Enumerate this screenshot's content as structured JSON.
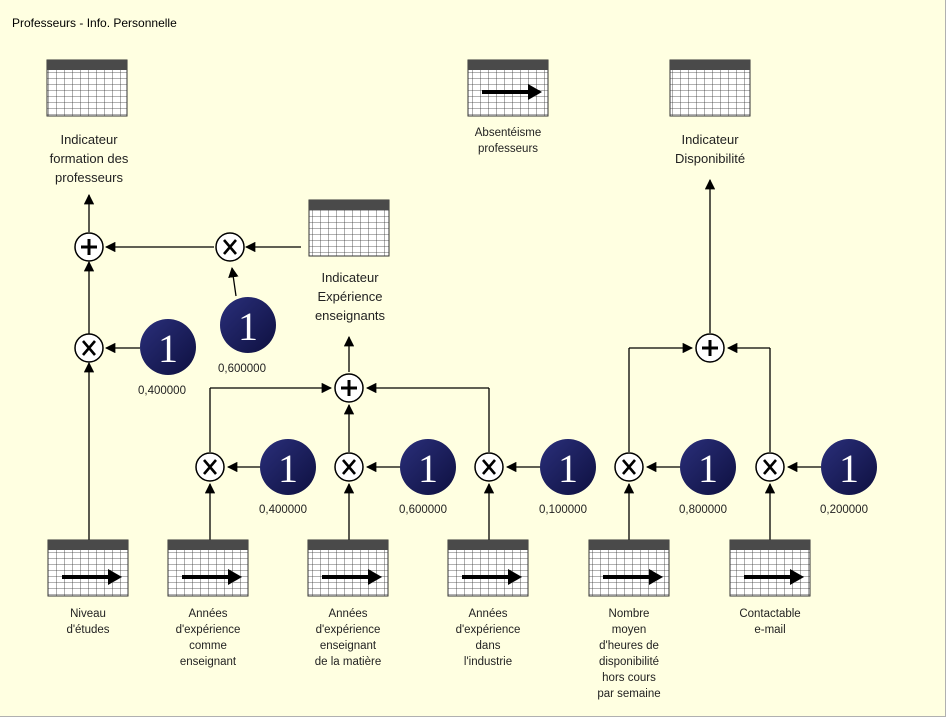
{
  "title": "Professeurs - Info. Personnelle",
  "outputs": {
    "formation": "Indicateur\nformation des\nprofesseurs",
    "absenteisme": "Absentéisme\nprofesseurs",
    "disponibilite": "Indicateur\nDisponibilité",
    "experience": "Indicateur\nExpérience\nenseignants"
  },
  "inputs": {
    "niveau": "Niveau\nd'études",
    "annees_enseignant": "Années\nd'expérience\ncomme\nenseignant",
    "annees_matiere": "Années\nd'expérience\nenseignant\nde la matière",
    "annees_industrie": "Années\nd'expérience\ndans\nl'industrie",
    "heures": "Nombre\nmoyen\nd'heures de\ndisponibilité\nhors cours\npar semaine",
    "contactable": "Contactable\ne-mail"
  },
  "constant_glyph": "1",
  "weights": {
    "w_formation_left": "0,400000",
    "w_formation_exp": "0,600000",
    "w_enseignant": "0,400000",
    "w_matiere": "0,600000",
    "w_industrie": "0,100000",
    "w_heures": "0,800000",
    "w_contact": "0,200000"
  },
  "colors": {
    "background": "#ffffe1",
    "constant_fill": "#1a1d5e",
    "line": "#000000"
  }
}
